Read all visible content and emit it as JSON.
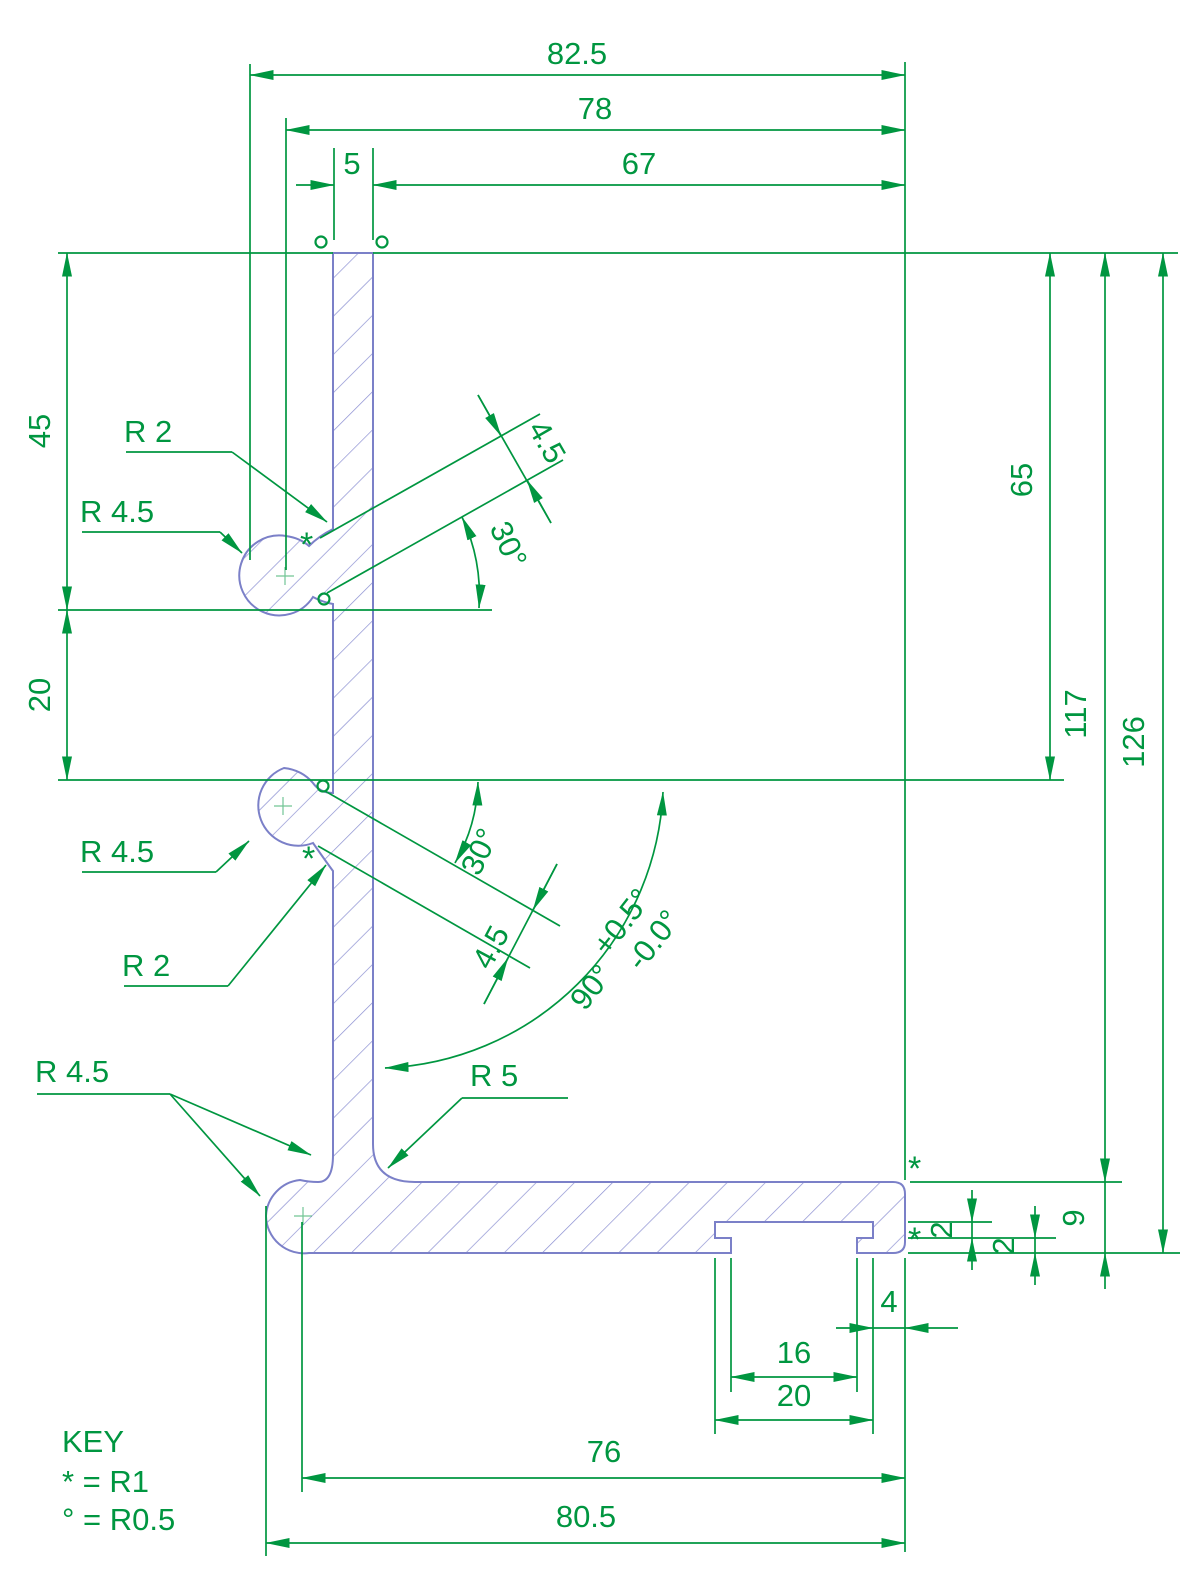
{
  "drawing": {
    "type": "extrusion-profile-cross-section",
    "colors": {
      "dimension_green": "#009640",
      "profile_blue": "#7b80c8",
      "hatch_blue": "#8c90d2",
      "background": "#ffffff"
    },
    "dims": {
      "overall_width": "82.5",
      "upper_width": "78",
      "wall_thickness": "5",
      "flange_width": "67",
      "hook1_drop": "45",
      "hook_gap": "20",
      "hook2_drop": "65",
      "wall_height": "117",
      "overall_height": "126",
      "base_thickness": "9",
      "slot_clearance": "2",
      "lip_height": "2",
      "slot_edge_offset": "4",
      "slot_opening": "16",
      "slot_width": "20",
      "base_inner_width": "76",
      "base_width": "80.5",
      "hook_thickness": "4.5",
      "hook_angle": "30°"
    },
    "angle_tol": {
      "base": "90°",
      "plus": "+0.5°",
      "minus": "-0.0°"
    },
    "radius_labels": {
      "r2": "R 2",
      "r45": "R 4.5",
      "r5": "R 5"
    },
    "key": {
      "title": "KEY",
      "star_line": "* = R1",
      "circle_line": "° = R0.5"
    },
    "marker_star": "*"
  }
}
